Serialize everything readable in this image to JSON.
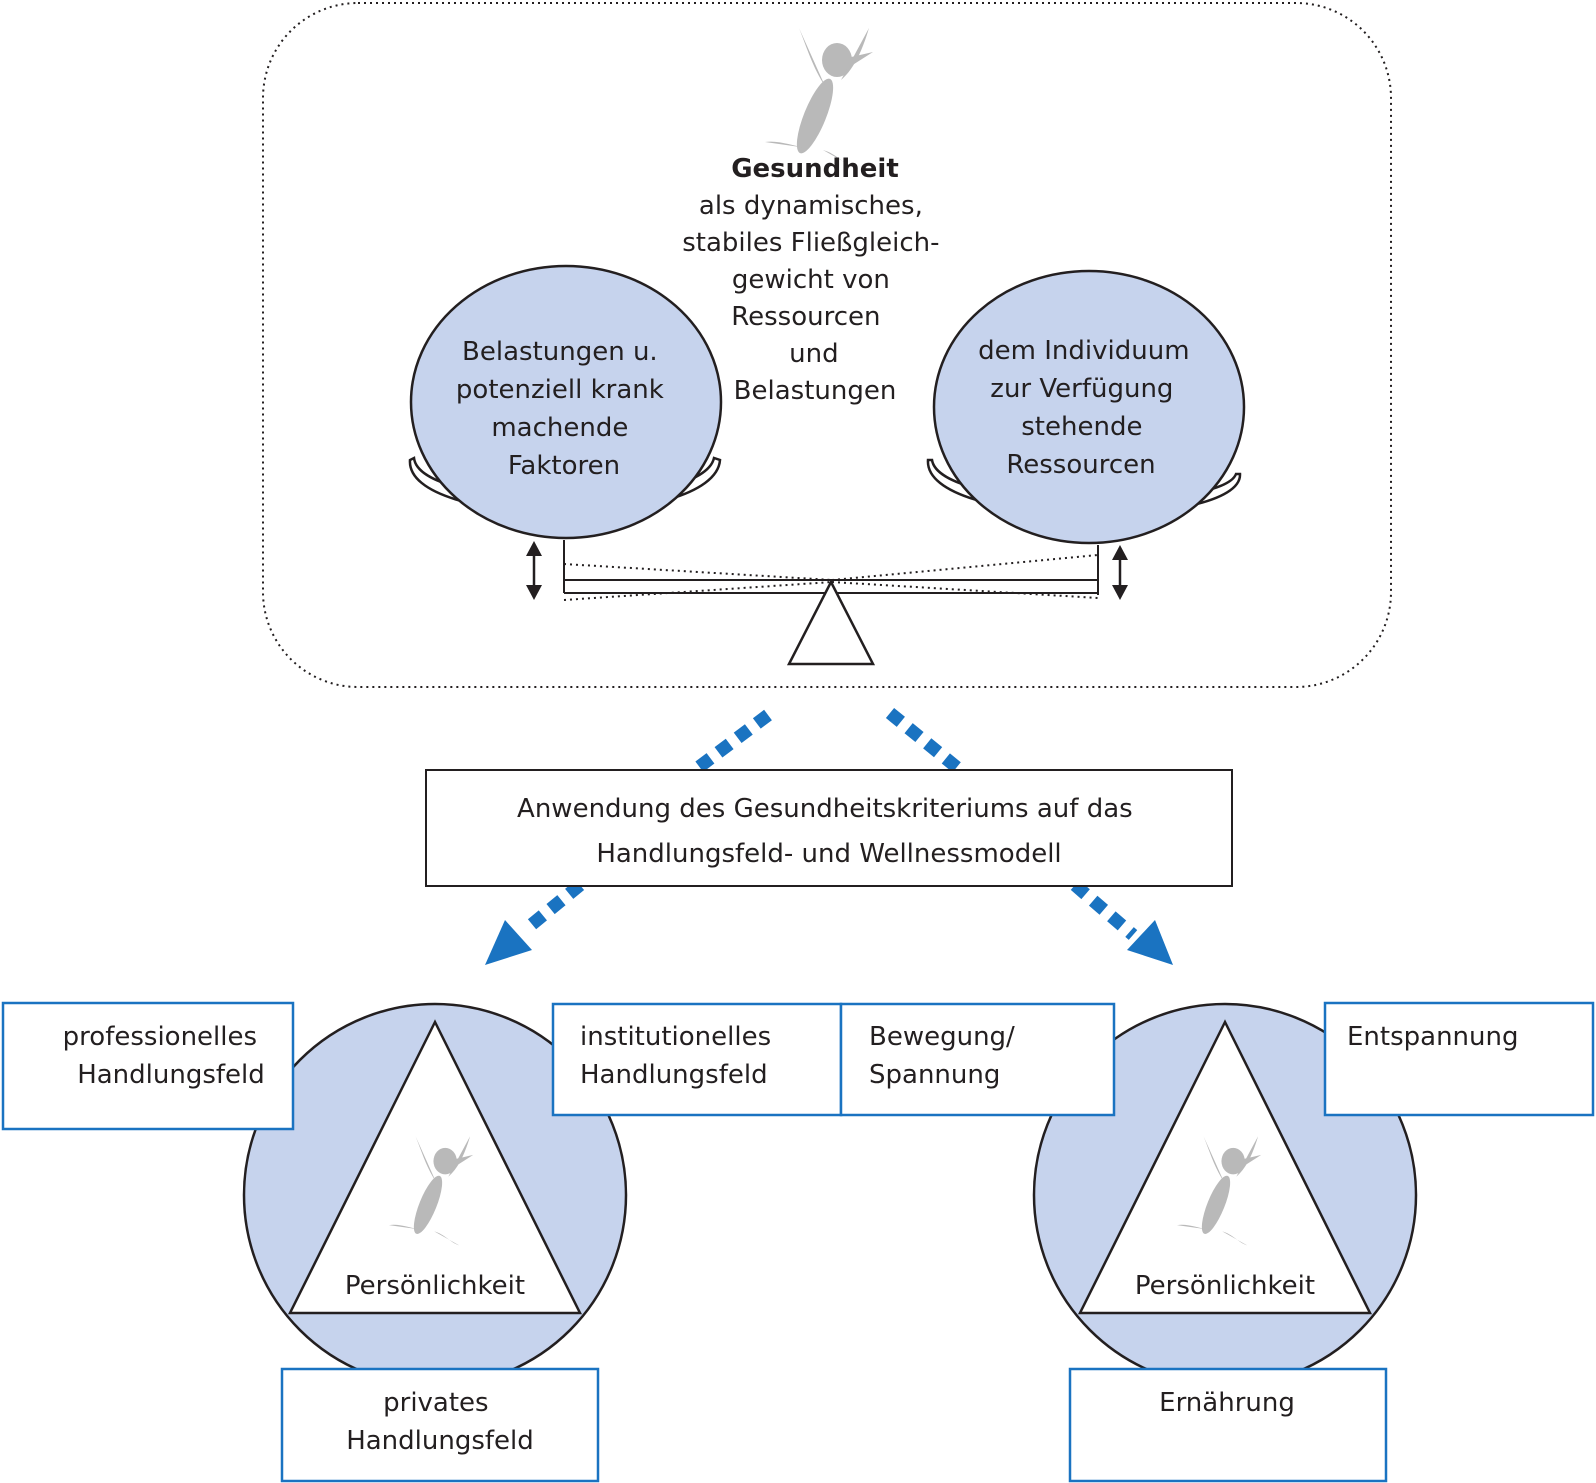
{
  "balance": {
    "title": "Gesundheit",
    "description": [
      "als dynamisches,",
      "stabiles Fließgleich-",
      "gewicht von",
      "Ressourcen",
      "und",
      "Belastungen"
    ],
    "left_ball": [
      "Belastungen u.",
      "potenziell krank",
      "machende",
      "Faktoren"
    ],
    "right_ball": [
      "dem Individuum",
      "zur Verfügung",
      "stehende",
      "Ressourcen"
    ]
  },
  "application_box": [
    "Anwendung des Gesundheitskriteriums auf das",
    "Handlungsfeld- und Wellnessmodell"
  ],
  "handlungsfeld_model": {
    "center": "Persönlichkeit",
    "top_left": [
      "professionelles",
      "Handlungsfeld"
    ],
    "top_right": [
      "institutionelles",
      "Handlungsfeld"
    ],
    "bottom": [
      "privates",
      "Handlungsfeld"
    ]
  },
  "wellness_model": {
    "center": "Persönlichkeit",
    "top_left": [
      "Bewegung/",
      "Spannung"
    ],
    "top_right": [
      "Entspannung"
    ],
    "bottom": [
      "Ernährung"
    ]
  },
  "colors": {
    "accent_blue": "#1a73c1",
    "fill_blue": "#c6d3ed",
    "figure_gray": "#b9b9b9",
    "text": "#231f20"
  },
  "icons": [
    "jumping-figure-icon",
    "double-arrow-icon",
    "fulcrum-icon"
  ]
}
